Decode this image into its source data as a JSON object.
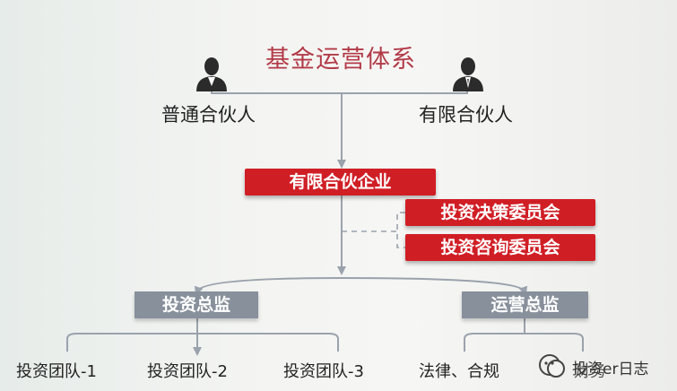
{
  "title": "基金运营体系",
  "partners": {
    "general": "普通合伙人",
    "limited": "有限合伙人"
  },
  "enterprise": "有限合伙企业",
  "committees": [
    "投资决策委员会",
    "投资咨询委员会"
  ],
  "directors": {
    "investment": "投资总监",
    "operations": "运营总监"
  },
  "teams": [
    "投资团队-1",
    "投资团队-2",
    "投资团队-3"
  ],
  "ops_teams": [
    "法律、合规",
    "财务"
  ],
  "watermark": "投资er日志",
  "colors": {
    "title": "#b23a47",
    "red_box": "#d01e25",
    "gray_box": "#87909b",
    "connector": "#9aa2ac"
  }
}
